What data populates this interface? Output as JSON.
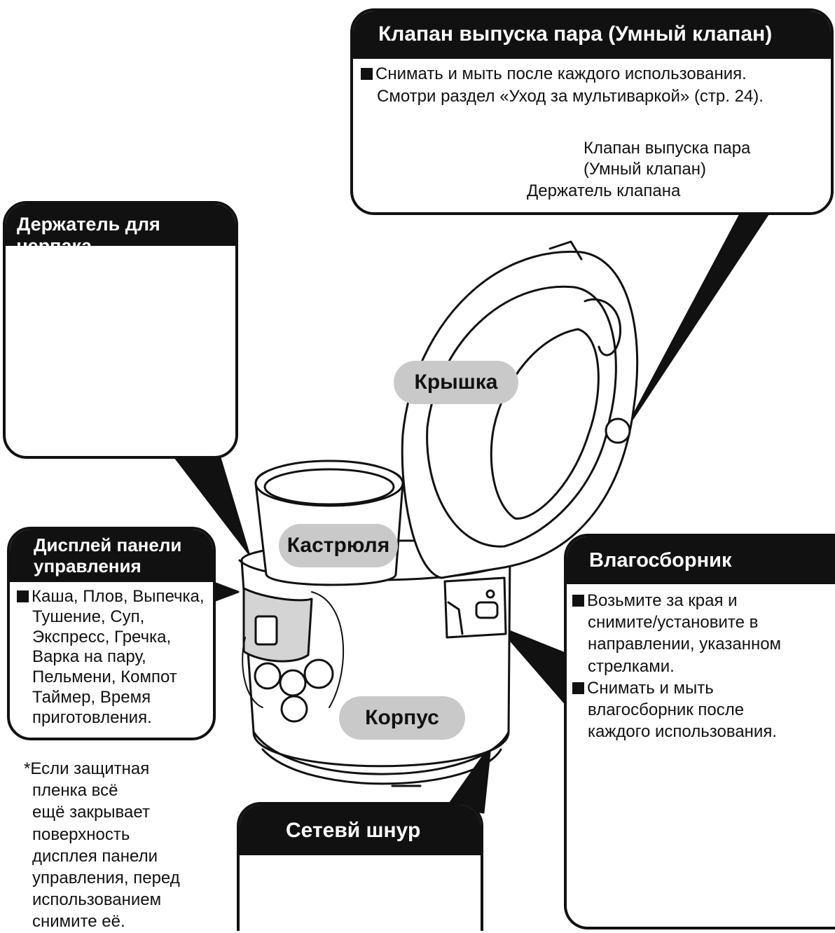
{
  "valve": {
    "title": "Клапан выпуска пара (Умный клапан)",
    "bullet_line1": "Снимать и мыть после каждого использования.",
    "bullet_line2": "Смотри раздел «Уход за мультиваркой» (стр. 24).",
    "label_valve_line1": "Клапан выпуска пара",
    "label_valve_line2": "(Умный клапан)",
    "label_holder": "Держатель клапана"
  },
  "ladle": {
    "title": "Держатель для черпака"
  },
  "display": {
    "title_line1": "Дисплей панели",
    "title_line2": "управления",
    "items": [
      "Каша, Плов, Выпечка,",
      "Тушение, Суп,",
      "Экспресс, Гречка,",
      "Варка на пару,",
      "Пельмени, Компот",
      "Таймер, Время",
      "приготовления."
    ]
  },
  "note": {
    "lines": [
      "*Если защитная",
      "пленка всё",
      "ещё закрывает",
      "поверхность",
      "дисплея панели",
      "управления, перед",
      "использованием",
      "снимите её."
    ]
  },
  "collector": {
    "title": "Влагосборник",
    "bullet1": [
      "Возьмите за края и",
      "снимите/установите в",
      "направлении, указанном",
      "стрелками."
    ],
    "bullet2": [
      "Снимать и мыть",
      "влагосборник после",
      "каждого использования."
    ]
  },
  "cord": {
    "title": "Сетевй шнур"
  },
  "parts": {
    "lid": "Крышка",
    "pot": "Кастрюля",
    "body": "Корпус"
  }
}
